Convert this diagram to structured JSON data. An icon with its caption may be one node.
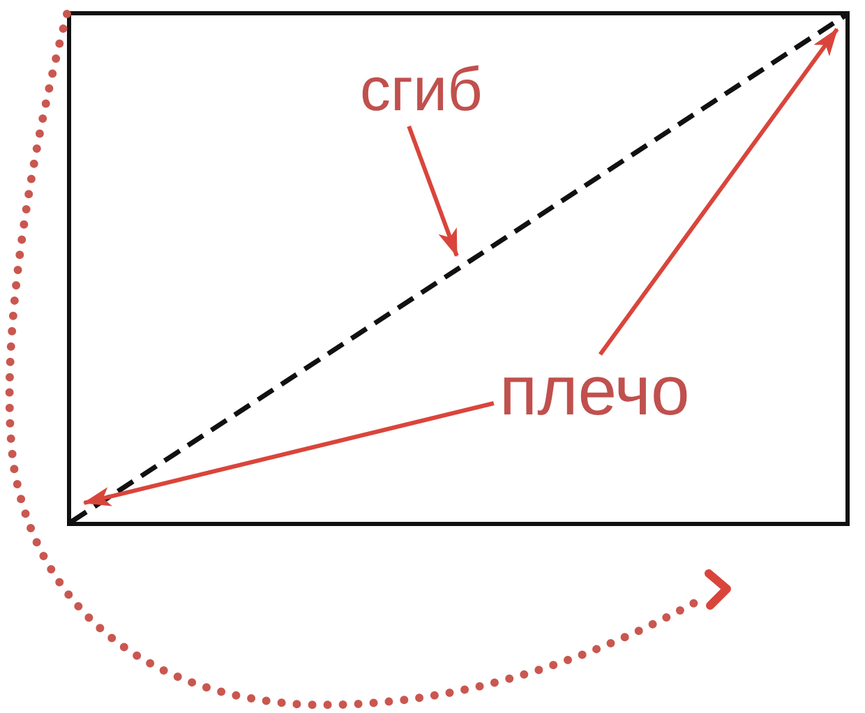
{
  "diagram": {
    "nodes": [
      {
        "text": [],
        "shape": "box"
      },
      {
        "text": [
          "сгиб"
        ],
        "in": 0
      },
      {
        "text": [
          "плечо"
        ],
        "in": 0
      }
    ],
    "edges": [
      {
        "from": 1,
        "to": 0,
        "arrow": "to"
      },
      {
        "from": 2,
        "to": 0,
        "arrow": "to"
      },
      {
        "from": 2,
        "to": 0,
        "arrow": "to"
      }
    ]
  }
}
